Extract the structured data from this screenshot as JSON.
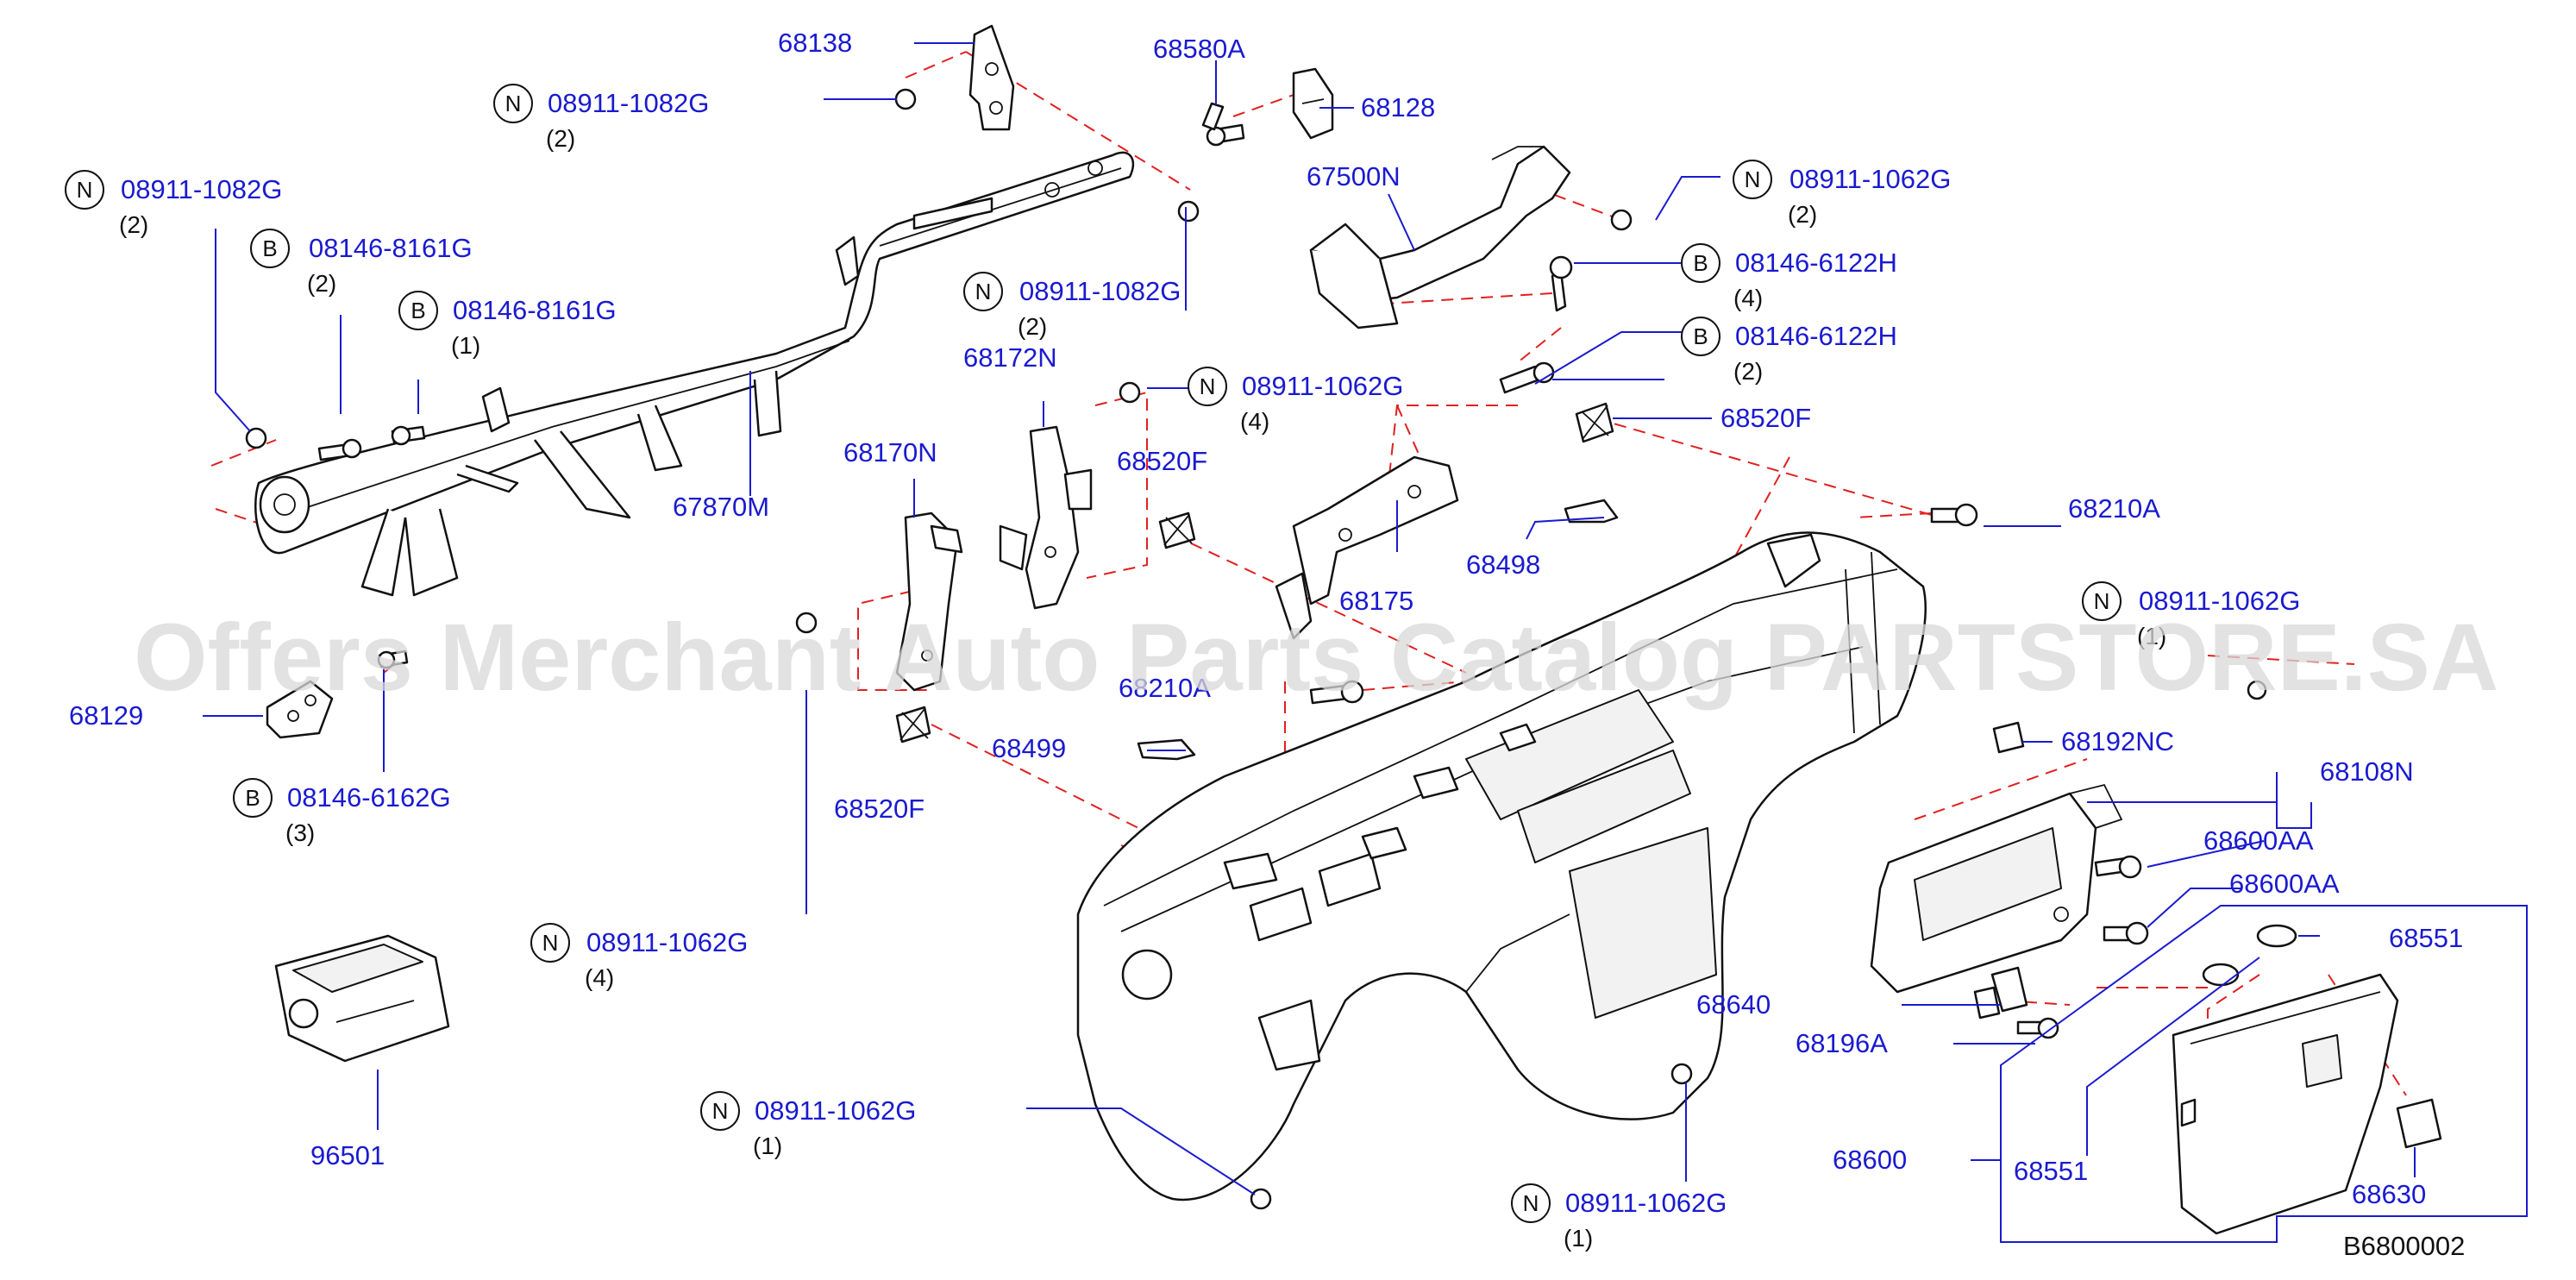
{
  "diagram_ref": "B6800002",
  "watermark": "Offers Merchant Auto Parts Catalog PARTSTORE.SA",
  "colors": {
    "label": "#1a1ad0",
    "leader": "#1a1ad0",
    "dashed": "#e02020",
    "outline": "#111111"
  },
  "labels": {
    "p68138": "68138",
    "p68580A": "68580A",
    "p68128": "68128",
    "p67500N": "67500N",
    "n_topleft_part": "08911-1082G",
    "n_topleft_qty": "(2)",
    "n_left_part": "08911-1082G",
    "n_left_qty": "(2)",
    "b_left1_part": "08146-8161G",
    "b_left1_qty": "(2)",
    "b_left2_part": "08146-8161G",
    "b_left2_qty": "(1)",
    "n_mid_part": "08911-1082G",
    "n_mid_qty": "(2)",
    "n_rtop_part": "08911-1062G",
    "n_rtop_qty": "(2)",
    "b_r1_part": "08146-6122H",
    "b_r1_qty": "(4)",
    "b_r2_part": "08146-6122H",
    "b_r2_qty": "(2)",
    "p68172N": "68172N",
    "n_m2_part": "08911-1062G",
    "n_m2_qty": "(4)",
    "p68520F_a": "68520F",
    "p68520F_b": "68520F",
    "p68520F_c": "68520F",
    "p68170N": "68170N",
    "p67870M": "67870M",
    "p68210A_a": "68210A",
    "p68210A_b": "68210A",
    "p68175": "68175",
    "p68498": "68498",
    "n_far_part": "08911-1062G",
    "n_far_qty": "(1)",
    "p68129": "68129",
    "b_bot_part": "08146-6162G",
    "b_bot_qty": "(3)",
    "p68499": "68499",
    "p68192NC": "68192NC",
    "p68108N": "68108N",
    "p68600AA_a": "68600AA",
    "p68600AA_b": "68600AA",
    "p68551_a": "68551",
    "p68551_b": "68551",
    "n_bl_part": "08911-1062G",
    "n_bl_qty": "(4)",
    "p68640": "68640",
    "p68196A": "68196A",
    "p96501": "96501",
    "n_b1_part": "08911-1062G",
    "n_b1_qty": "(1)",
    "n_b2_part": "08911-1062G",
    "n_b2_qty": "(1)",
    "p68600": "68600",
    "p68630": "68630",
    "badge_n": "N",
    "badge_b": "B"
  }
}
